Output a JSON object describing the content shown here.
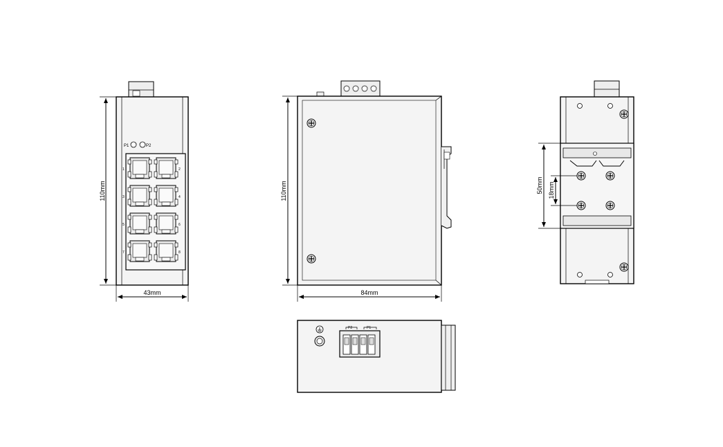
{
  "front_view": {
    "width_dim": "43mm",
    "height_dim": "110mm",
    "led_labels": [
      "P1",
      "P2"
    ],
    "port_numbers": [
      "1",
      "2",
      "3",
      "4",
      "5",
      "6",
      "7",
      "8"
    ]
  },
  "side_view": {
    "width_dim": "84mm",
    "height_dim": "110mm"
  },
  "rear_view": {
    "rail_dim": "50mm",
    "hole_dim": "18mm"
  },
  "top_view": {
    "terminal_labels": [
      "P2",
      "P1"
    ]
  }
}
